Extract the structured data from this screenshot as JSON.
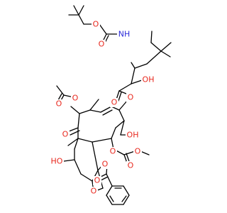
{
  "colors": {
    "bond": "#000000",
    "O": "#e8281e",
    "N": "#2b2bd9",
    "background": "#ffffff"
  },
  "atoms": [
    {
      "id": "o_boc_ether",
      "label": "O",
      "element": "O"
    },
    {
      "id": "o_boc_carbonyl",
      "label": "O",
      "element": "O"
    },
    {
      "id": "n_nh",
      "label": "NH",
      "element": "N"
    },
    {
      "id": "o_hydroxy_side",
      "label": "OH",
      "element": "O"
    },
    {
      "id": "o_ester_carbonyl",
      "label": "O",
      "element": "O"
    },
    {
      "id": "o_ester_link",
      "label": "O",
      "element": "O"
    },
    {
      "id": "o_acetyl_carbonyl",
      "label": "O",
      "element": "O"
    },
    {
      "id": "o_acetyl_link",
      "label": "O",
      "element": "O"
    },
    {
      "id": "o_ketone",
      "label": "O",
      "element": "O"
    },
    {
      "id": "o_hydroxy_bridge",
      "label": "OH",
      "element": "O"
    },
    {
      "id": "o_hydroxy_left",
      "label": "HO",
      "element": "O"
    },
    {
      "id": "o_carbonate_carbonyl",
      "label": "O",
      "element": "O"
    },
    {
      "id": "o_carbonate_methoxy",
      "label": "O",
      "element": "O"
    },
    {
      "id": "o_carbonate_link",
      "label": "O",
      "element": "O"
    },
    {
      "id": "o_benzoate_link",
      "label": "O",
      "element": "O"
    },
    {
      "id": "o_benzoate_carbonyl",
      "label": "O",
      "element": "O"
    },
    {
      "id": "o_oxetane",
      "label": "O",
      "element": "O"
    }
  ]
}
